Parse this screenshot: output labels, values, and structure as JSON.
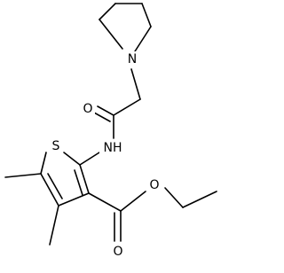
{
  "molecule": {
    "atoms": {
      "n_pyrrolidine": "N",
      "o_amide": "O",
      "nh_amide": "NH",
      "s_thiophene": "S",
      "o_ester_carbonyl": "O",
      "o_ester_ether": "O"
    },
    "colors": {
      "bond": "#000000",
      "label": "#000000",
      "background": "#ffffff"
    }
  }
}
